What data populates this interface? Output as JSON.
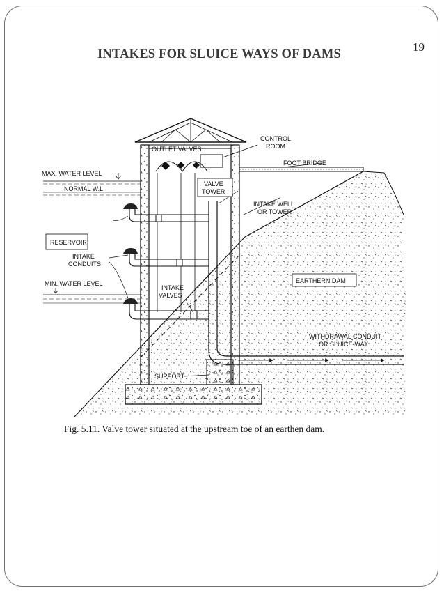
{
  "page": {
    "number": "19",
    "title": "INTAKES FOR SLUICE WAYS OF DAMS"
  },
  "figure": {
    "caption": "Fig. 5.11. Valve tower situated at the upstream toe of an earthen dam.",
    "labels": {
      "control_room": [
        "CONTROL",
        "ROOM"
      ],
      "outlet_valves": "OUTLET VALVES",
      "foot_bridge": "FOOT BRIDGE",
      "max_water_level": "MAX. WATER LEVEL",
      "normal_wl": "NORMAL W.L.",
      "valve_tower": [
        "VALVE",
        "TOWER"
      ],
      "intake_well": [
        "INTAKE WELL",
        "OR TOWER"
      ],
      "reservoir": "RESERVOIR",
      "intake_conduits": [
        "INTAKE",
        "CONDUITS"
      ],
      "min_water_level": "MIN. WATER LEVEL",
      "intake_valves": [
        "INTAKE",
        "VALVES"
      ],
      "earthern_dam": "EARTHERN DAM",
      "withdrawal_conduit": [
        "WITHDRAWAL CONDUIT",
        "OR SLUICE-WAY"
      ],
      "support": "SUPPORT"
    }
  }
}
